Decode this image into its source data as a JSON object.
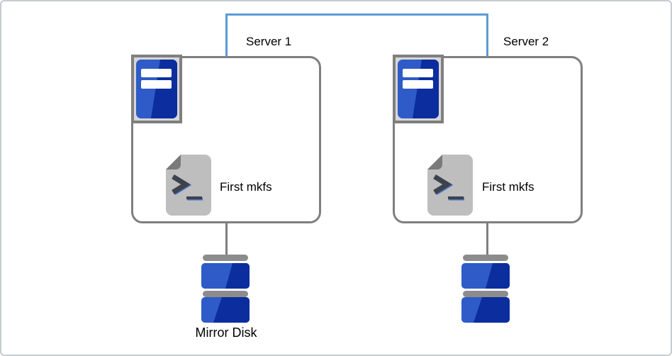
{
  "diagram": {
    "description": "Two-server cluster diagram: servers connected by a network link, each runs a first mkfs command against attached disk storage; left storage labeled Mirror Disk"
  },
  "connection": {
    "name": "server-interconnect-link",
    "color": "#5B9BD5"
  },
  "servers": [
    {
      "label": "Server 1",
      "command_label": "First mkfs",
      "disk_label": "Mirror Disk"
    },
    {
      "label": "Server 2",
      "command_label": "First mkfs"
    }
  ],
  "icons": {
    "server": "server-tower-icon",
    "command": "terminal-script-icon",
    "storage": "disk-stack-icon"
  },
  "colors": {
    "link_blue": "#5B9BD5",
    "shape_border": "#7F7F7F",
    "frame_bg": "#D7D7D7",
    "bar_gray": "#8C8C8C",
    "doc_gray": "#BEBEBE",
    "fold_gray": "#7A7A7A",
    "blue_light": "#2E5BC7",
    "blue_dark": "#0B2D9E",
    "glyph_dark": "#3E434B",
    "glyph_blue": "#4472C4",
    "canvas_border": "#C7CBD1",
    "text_black": "#000000"
  }
}
